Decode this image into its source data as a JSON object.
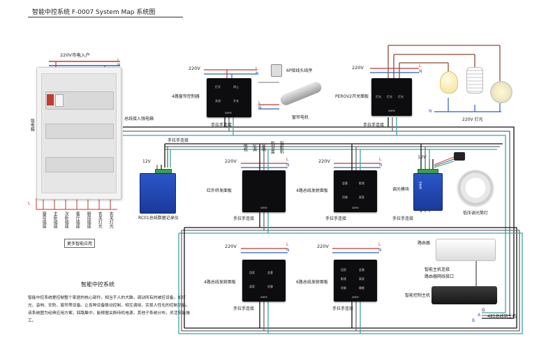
{
  "title": "智能中控系统 F-0007 System Map 系统图",
  "power_in": "220V市电入户",
  "distribution_box": "强电箱",
  "letters": {
    "L": "L",
    "N": "N",
    "A": "A",
    "B": "B",
    "G": "G"
  },
  "volt_220": "220V",
  "volt_12": "12V",
  "bus_in": "总线接入强电箱",
  "hand_pull": "手拉手连接",
  "circuits": [
    "窗帘插座",
    "主卧插座",
    "次卧插座",
    "客厅插座",
    "厨房插座",
    "玄关灯光",
    "玄关灯光"
  ],
  "more_apps": "更多智能应用",
  "rc01": "RC01总线数据记录仪",
  "curtain_panel": {
    "label": "4路窗帘控制器",
    "keys": [
      "打开",
      "停止",
      "关闭",
      "开关"
    ],
    "brand": "SMRE"
  },
  "rj_conn": "6P接线头线序",
  "curtain_motor": "窗帘电机",
  "perov2": {
    "label": "PEROV2开关面板",
    "keys": [
      "灯光",
      "灯光",
      "灯光"
    ],
    "brand": "SMRE"
  },
  "lamp_label": "220V 灯光",
  "ir_panel": {
    "label": "红外转发面板",
    "brand": "SMRE"
  },
  "ir_devices": [
    "电视",
    "空调",
    "音响",
    "机顶盒",
    "投影机"
  ],
  "scene4": {
    "label": "4路总线发射面板",
    "keys": [
      "会客",
      "影视",
      "用餐",
      "离家"
    ],
    "brand": "SMRE"
  },
  "dimmer": "调光模块",
  "dimmer_brand": "SMRE",
  "low_light": "低压调光筒灯",
  "key4": {
    "label": "4路总线发射面板",
    "keys": [
      "回家",
      "会客",
      "离家",
      "用餐"
    ],
    "brand": "SMRE"
  },
  "key6": {
    "label": "6路总线发射面板",
    "keys": [
      "回家",
      "会客",
      "影视",
      "离家",
      "用餐",
      "睡眠"
    ],
    "brand": "SMRE"
  },
  "router": "路由器",
  "router_link": [
    "智能主机连接",
    "路由器网线接口"
  ],
  "host": "智能控制主机",
  "rs485": "485总线到主机",
  "section_title": "智能中控系统",
  "description": "智能中控系统是控制整个家居的核心部件，相当于人的大脑，调动所有的被控设备，如灯光、音响、安防、窗帘等设备。让各种设备联动控制，相互调用，实现人性化的控制功能。该系统图为经典应用方案，回路集中，能根据关断待机电源，其他子系统分布，灵活安装施工。",
  "colors": {
    "live": "#c0392b",
    "neutral": "#2b5fb4",
    "bus_teal": "#3aa3a8",
    "bus_gray": "#6a6a6a",
    "bus_black": "#111111"
  }
}
